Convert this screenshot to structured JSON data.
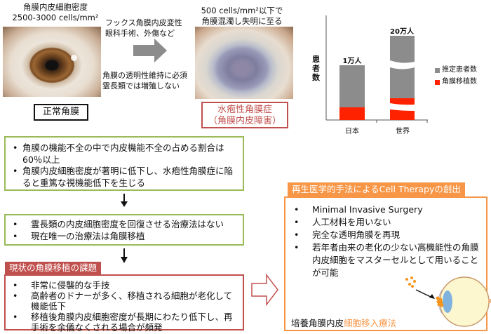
{
  "top": {
    "normal_density": {
      "line1": "角膜内皮細胞密度",
      "line2": "2500-3000 cells/mm²"
    },
    "causes": {
      "line1": "フックス角膜内皮変性",
      "line2": "眼科手術、外傷など"
    },
    "notes": {
      "line1": "角膜の透明性維持に必須",
      "line2": "霊長類では増殖しない"
    },
    "disease_density": {
      "line1": "500 cells/mm²以下で",
      "line2": "角膜混濁し失明に至る"
    },
    "normal_label": "正常角膜",
    "disease_label": {
      "line1": "水疱性角膜症",
      "line2": "（角膜内皮障害）"
    }
  },
  "chart_data": {
    "type": "bar",
    "stacked": true,
    "categories": [
      "日本",
      "世界"
    ],
    "series": [
      {
        "name": "推定患者数",
        "color": "#8c8c8c",
        "values": [
          10000,
          200000
        ]
      },
      {
        "name": "角膜移植数",
        "color": "#ff2200",
        "values": [
          null,
          null
        ]
      }
    ],
    "bar_labels": [
      "1万人",
      "20万人"
    ],
    "ylabel": "患者数",
    "xlabel": "",
    "axis_break": "世界 bar has wavy break marks",
    "legend_position": "right",
    "grid": false
  },
  "chart": {
    "ylabel": "患者数",
    "bar_labels": [
      "1万人",
      "20万人"
    ],
    "categories": [
      "日本",
      "世界"
    ],
    "legend": [
      "推定患者数",
      "角膜移植数"
    ]
  },
  "box1": {
    "items": [
      "角膜の機能不全の中で内皮機能不全の占める割合は60％以上",
      "角膜内皮細胞密度が著明に低下し、水疱性角膜症に陥ると重篤な視機能低下を生じる"
    ]
  },
  "box2": {
    "items": [
      "霊長類の内皮細胞密度を回復させる治療法はない",
      "現在唯一の治療法は角膜移植"
    ]
  },
  "box3": {
    "title": "現状の角膜移植の課題",
    "items": [
      "非常に侵襲的な手技",
      "高齢者のドナーが多く、移植される細胞が老化して機能低下",
      "移植後角膜内皮細胞密度が長期にわたり低下し、再手術を余儀なくされる場合が頻発"
    ]
  },
  "box4": {
    "title": "再生医学的手法によるCell Therapyの創出",
    "items": [
      "Minimal Invasive Surgery",
      "人工材料を用いない",
      "完全な透明角膜を再現",
      "若年者由来の老化の少ない高機能性の角膜内皮細胞をマスターセルとして用いることが可能"
    ],
    "therapy_black": "培養角膜内皮",
    "therapy_orange": "細胞移入療法"
  },
  "colors": {
    "green": "#9bbb59",
    "red": "#c0504d",
    "orange": "#f79646",
    "gray_bar": "#8c8c8c",
    "red_bar": "#ff2200"
  }
}
